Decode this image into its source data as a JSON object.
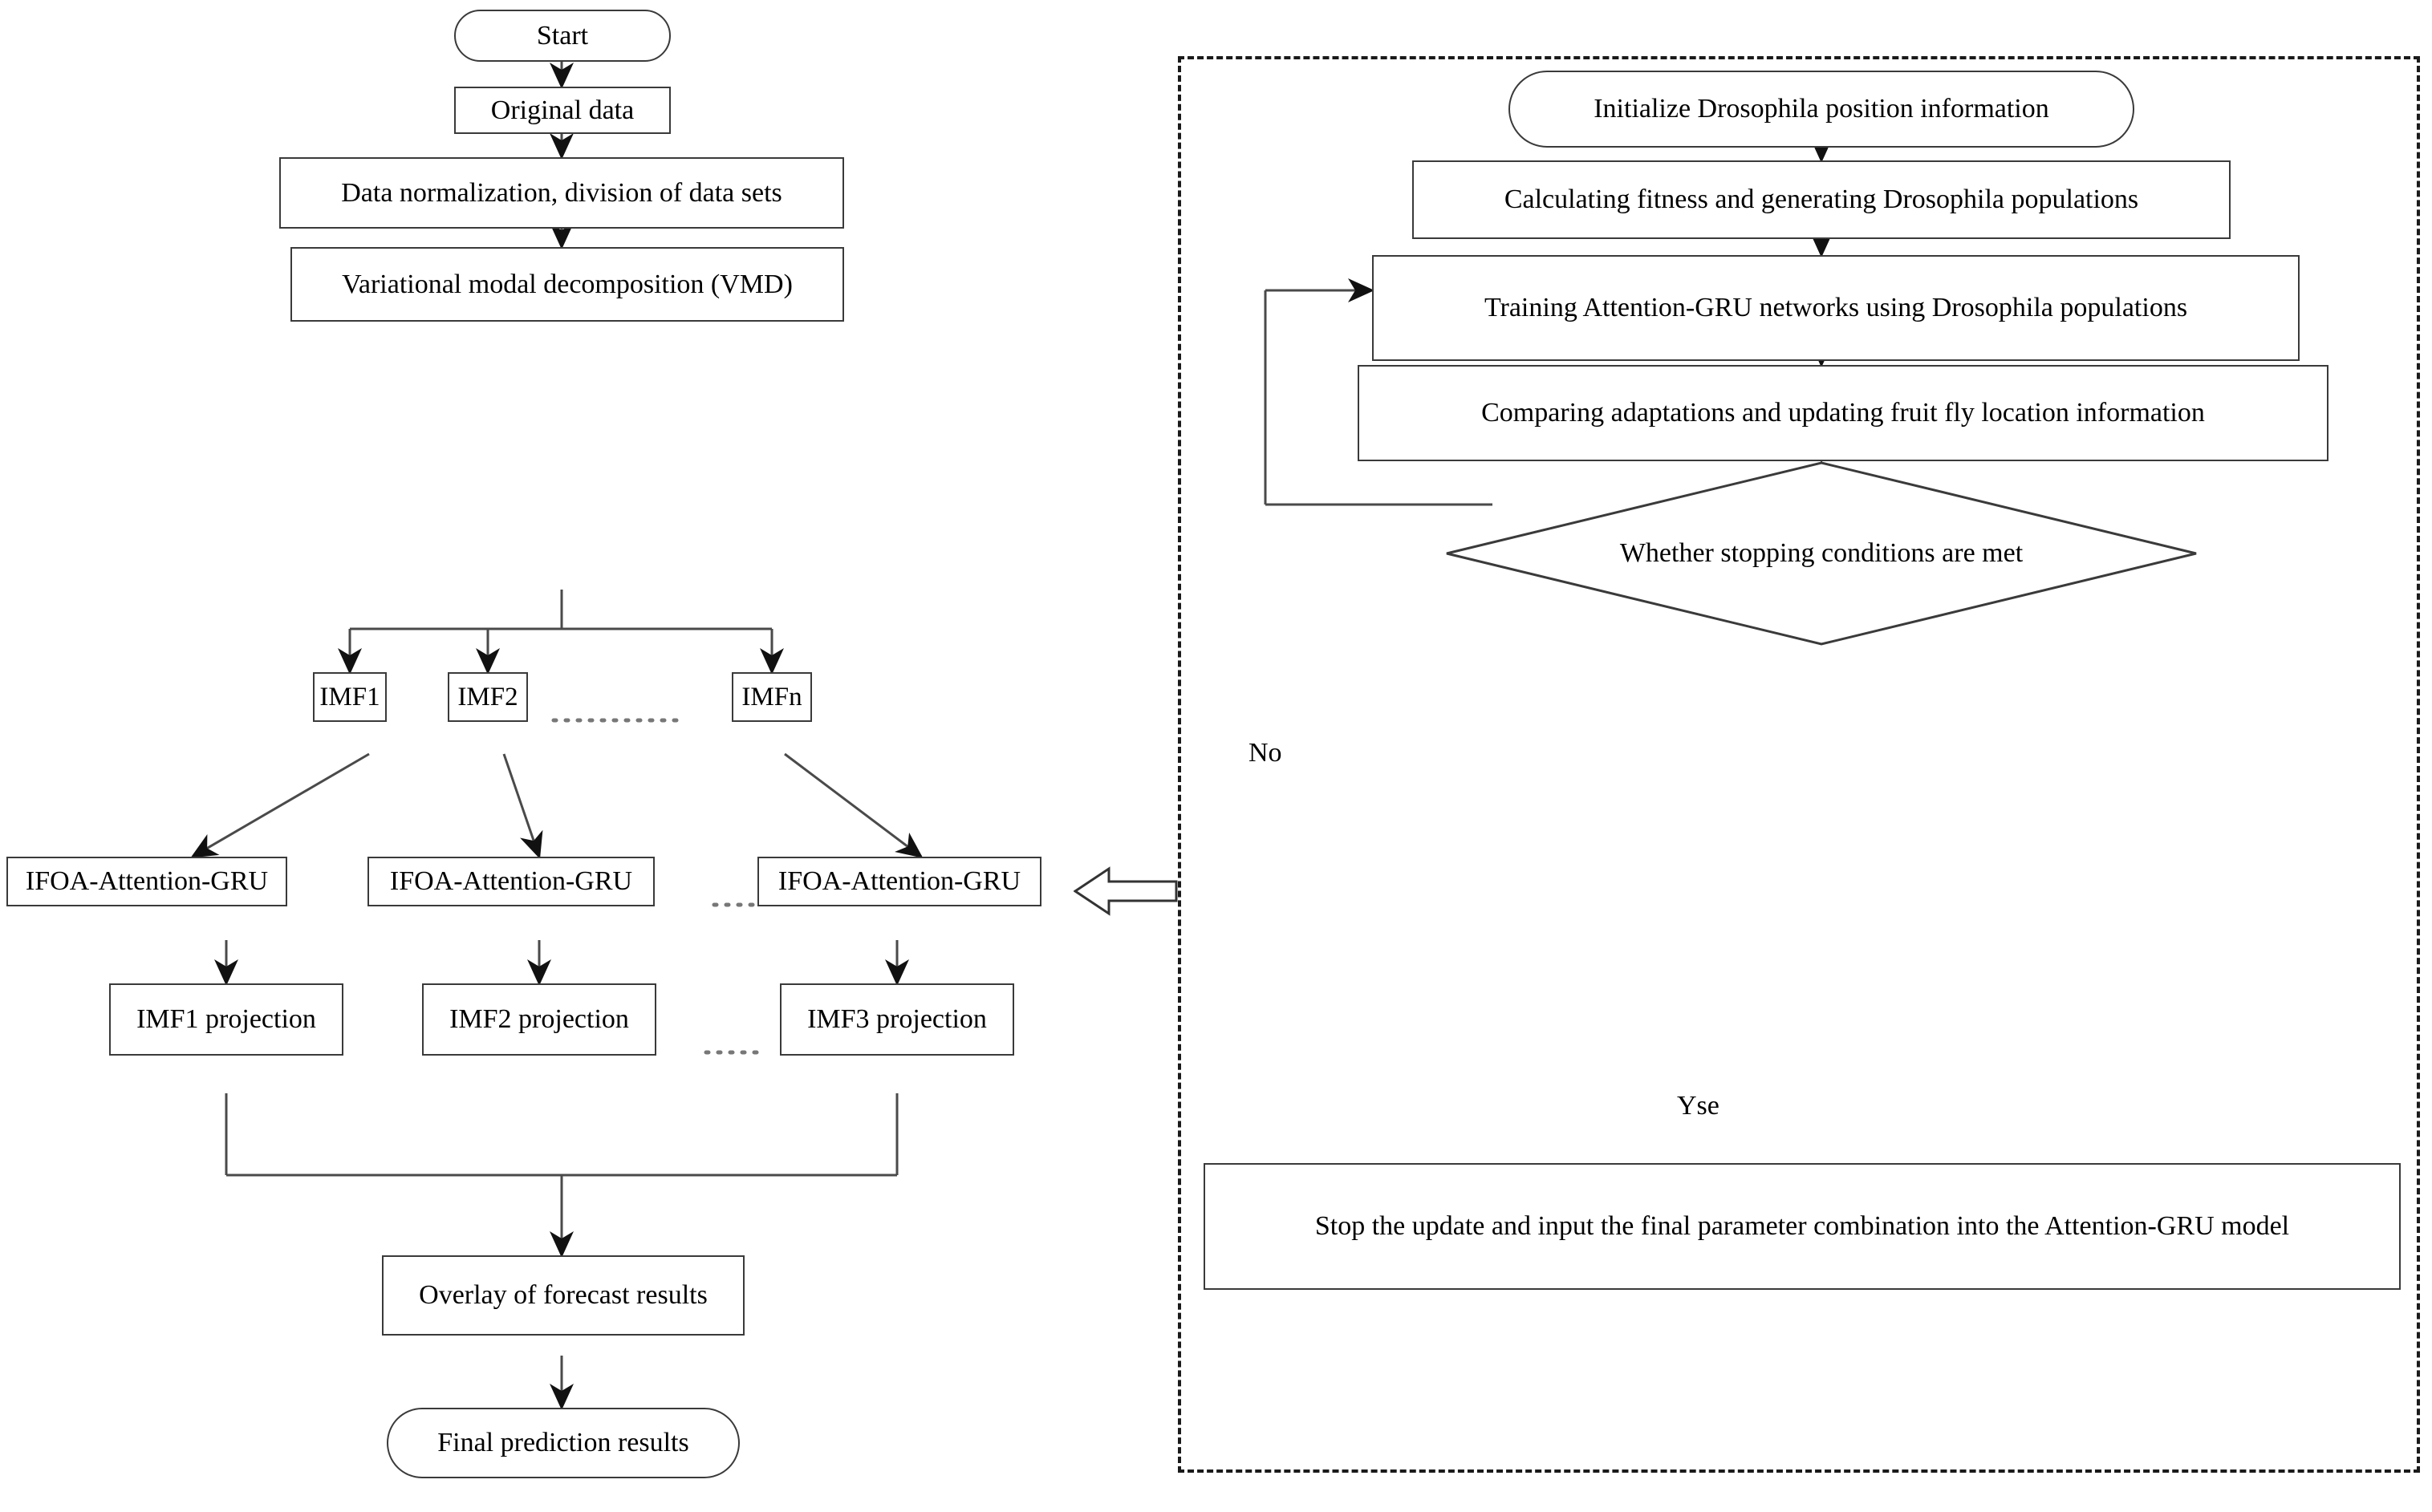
{
  "diagram": {
    "title": "VMD IFOA-Attention-GRU forecasting flowchart",
    "type": "flowchart",
    "stroke_color": "#3a3a3a",
    "text_color": "#000000",
    "background": "#ffffff",
    "dashed_group_color": "#1a1a1a"
  },
  "left_flow": {
    "nodes": [
      {
        "id": "start",
        "shape": "terminator",
        "label": "Start"
      },
      {
        "id": "original",
        "shape": "process",
        "label": "Original data"
      },
      {
        "id": "normalize",
        "shape": "process",
        "label": "Data normalization, division of data sets"
      },
      {
        "id": "vmd",
        "shape": "process",
        "label": "Variational modal decomposition (VMD)"
      },
      {
        "id": "imf1",
        "shape": "process",
        "label": "IMF1"
      },
      {
        "id": "imf2",
        "shape": "process",
        "label": "IMF2"
      },
      {
        "id": "imfn",
        "shape": "process",
        "label": "IMFn"
      },
      {
        "id": "ifoa1",
        "shape": "process",
        "label": "IFOA-Attention-GRU"
      },
      {
        "id": "ifoa2",
        "shape": "process",
        "label": "IFOA-Attention-GRU"
      },
      {
        "id": "ifoa3",
        "shape": "process",
        "label": "IFOA-Attention-GRU"
      },
      {
        "id": "proj1",
        "shape": "process",
        "label": "IMF1 projection"
      },
      {
        "id": "proj2",
        "shape": "process",
        "label": "IMF2 projection"
      },
      {
        "id": "proj3",
        "shape": "process",
        "label": "IMF3 projection"
      },
      {
        "id": "overlay",
        "shape": "process",
        "label": "Overlay of forecast results"
      },
      {
        "id": "final",
        "shape": "terminator",
        "label": "Final prediction results"
      }
    ]
  },
  "right_flow": {
    "group_style": "dashed-border",
    "nodes": [
      {
        "id": "init",
        "shape": "terminator",
        "label": "Initialize Drosophila position information"
      },
      {
        "id": "fitness",
        "shape": "process",
        "label": "Calculating fitness and generating Drosophila populations"
      },
      {
        "id": "training",
        "shape": "process",
        "label": "Training Attention-GRU networks using Drosophila populations"
      },
      {
        "id": "compare",
        "shape": "process",
        "label": "Comparing adaptations and updating fruit fly location information"
      },
      {
        "id": "decision",
        "shape": "decision",
        "label": "Whether stopping conditions are met"
      },
      {
        "id": "stop",
        "shape": "process",
        "label": "Stop the update and input the final parameter combination into the Attention-GRU model"
      }
    ],
    "edge_labels": {
      "no": "No",
      "yes": "Yse"
    }
  }
}
